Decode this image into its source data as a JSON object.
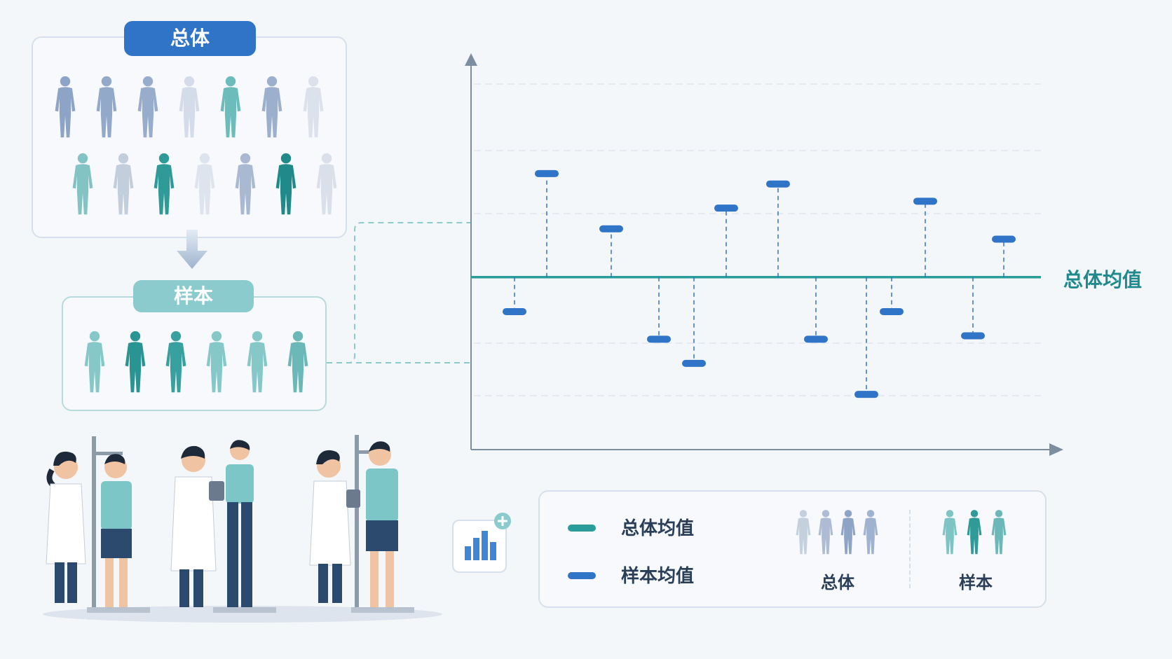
{
  "population": {
    "title": "总体",
    "rows": [
      [
        "#8ea4c6",
        "#93a9c9",
        "#98adcb",
        "#d3dce8",
        "#6dbcbc",
        "#9cb0cd",
        "#dbe2ec"
      ],
      [
        "#84c3c4",
        "#c3cedd",
        "#2f9a98",
        "#dde4ee",
        "#a9b9d2",
        "#1f8a89",
        "#d9e0ea"
      ]
    ]
  },
  "sample": {
    "title": "样本",
    "people": [
      "#86c8c8",
      "#2a9493",
      "#38a09e",
      "#86c8c8",
      "#86c8c8",
      "#6cb8b8"
    ]
  },
  "chart_data": {
    "type": "scatter",
    "population_mean_label": "总体均值",
    "population_mean": 0,
    "sample_means": [
      -0.5,
      1.5,
      0.7,
      -0.9,
      -1.25,
      1.0,
      1.35,
      -0.9,
      -1.7,
      -0.5,
      1.1,
      -0.85,
      0.55
    ],
    "ylim": [
      -2.5,
      2.9
    ],
    "grid": true,
    "colors": {
      "population_mean": "#2a9d9b",
      "sample_mean": "#2f74c7",
      "axis": "#7d8ea1"
    }
  },
  "legend": {
    "population_mean": "总体均值",
    "sample_mean": "样本均值",
    "population": "总体",
    "sample": "样本",
    "population_icon_colors": [
      "#c5d0df",
      "#aebcd3",
      "#8ea4c6",
      "#9fb2cf"
    ],
    "sample_icon_colors": [
      "#7dc4c4",
      "#2f9a98",
      "#6cb8b8"
    ]
  },
  "icons": {
    "chart": "bar-chart-plus-icon"
  }
}
